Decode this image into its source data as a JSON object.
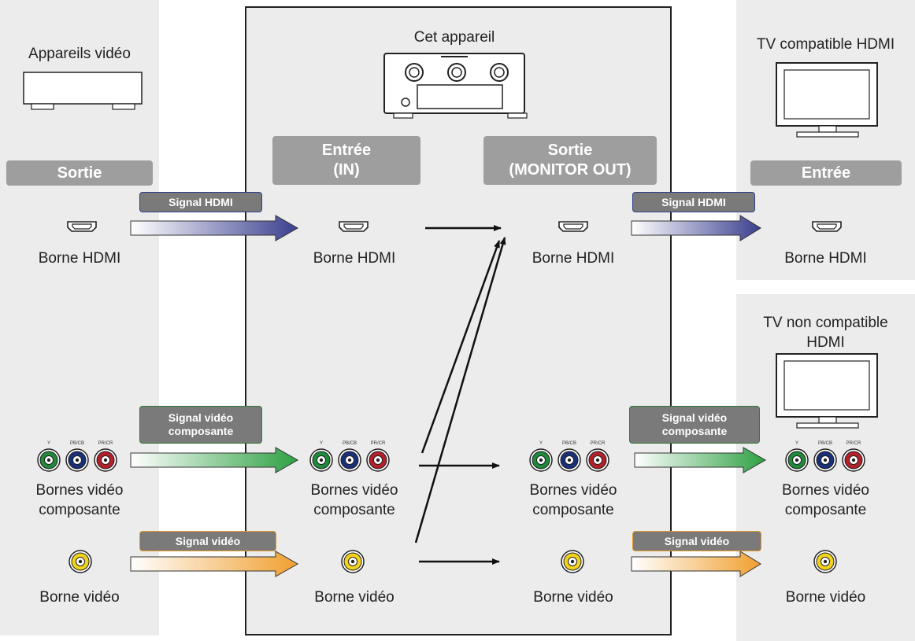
{
  "left": {
    "device_title": "Appareils vidéo",
    "badge": "Sortie",
    "hdmi_label": "Borne HDMI",
    "component_label": "Bornes vidéo\ncomposante",
    "video_label": "Borne vidéo"
  },
  "center": {
    "title": "Cet appareil",
    "input_badge": "Entrée\n(IN)",
    "output_badge": "Sortie\n(MONITOR OUT)",
    "in_hdmi_label": "Borne HDMI",
    "in_component_label": "Bornes vidéo\ncomposante",
    "in_video_label": "Borne vidéo",
    "out_hdmi_label": "Borne HDMI",
    "out_component_label": "Bornes vidéo\ncomposante",
    "out_video_label": "Borne vidéo"
  },
  "right": {
    "tv_hdmi_title": "TV compatible HDMI",
    "tv_hdmi_badge": "Entrée",
    "tv_hdmi_label": "Borne HDMI",
    "tv_nonhdmi_title": "TV non compatible\nHDMI",
    "component_label": "Bornes vidéo\ncomposante",
    "video_label": "Borne vidéo"
  },
  "signals": {
    "hdmi": "Signal HDMI",
    "component": "Signal vidéo\ncomposante",
    "video": "Signal vidéo"
  },
  "jack_labels": {
    "y": "Y",
    "pb": "PB/CB",
    "pr": "PR/CR"
  },
  "colors": {
    "panel": "#ececec",
    "hdmi_arrow": "#3a3f8f",
    "component_arrow": "#2ea043",
    "video_arrow": "#f0a030",
    "jack_green": "#1f8a3a",
    "jack_blue": "#1a2f7a",
    "jack_red": "#b3202a",
    "jack_yellow": "#f2d21a"
  }
}
